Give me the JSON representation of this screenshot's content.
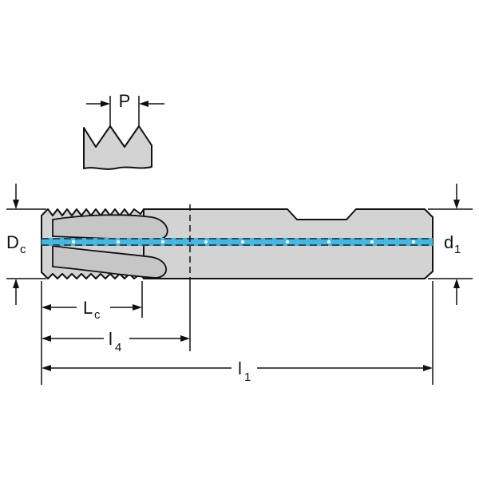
{
  "colors": {
    "tool_body": "#d3d3d3",
    "outline": "#111111",
    "coolant_channel": "#49b6e0",
    "background": "#ffffff"
  },
  "labels": {
    "pitch": "P",
    "cutting_diameter_main": "D",
    "cutting_diameter_sub": "c",
    "shank_diameter_main": "d",
    "shank_diameter_sub": "1",
    "cutting_length_main": "L",
    "cutting_length_sub": "c",
    "neck_length_main": "l",
    "neck_length_sub": "4",
    "overall_length_main": "l",
    "overall_length_sub": "1"
  },
  "icons": {
    "thread_profile": "thread-profile-detail-icon",
    "arrow": "dimension-arrow-icon"
  }
}
